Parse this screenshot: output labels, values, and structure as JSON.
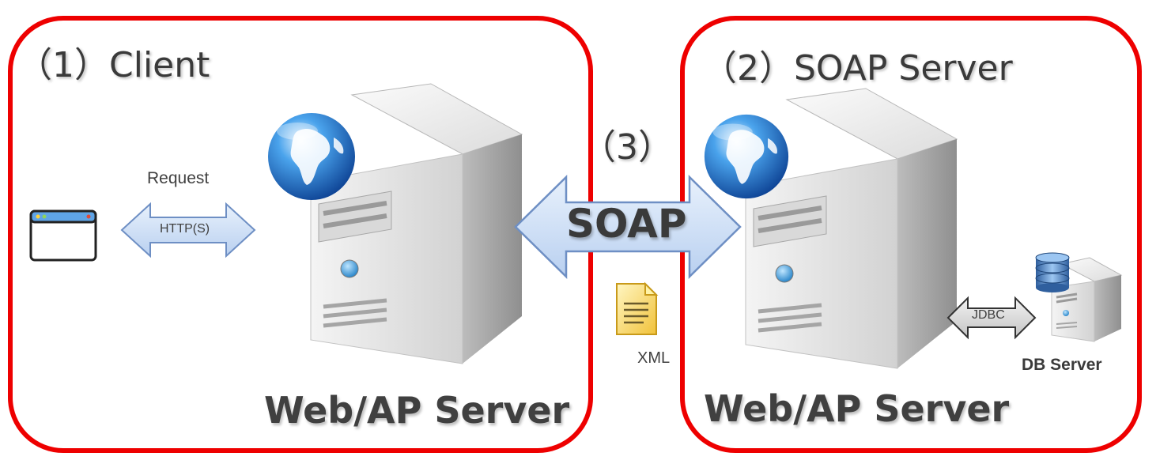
{
  "client": {
    "title": "（1）Client",
    "request_label": "Request",
    "protocol_label": "HTTP(S)",
    "server_label": "Web/AP Server"
  },
  "soap_server": {
    "title": "（2）SOAP Server",
    "server_label": "Web/AP Server",
    "db_link_label": "JDBC",
    "db_label": "DB Server"
  },
  "interface": {
    "number": "（3）",
    "protocol_label": "SOAP",
    "payload_label": "XML"
  },
  "colors": {
    "border": "#ee0000",
    "arrow_fill": "#cfe0f7",
    "arrow_stroke": "#6e8fc4"
  }
}
